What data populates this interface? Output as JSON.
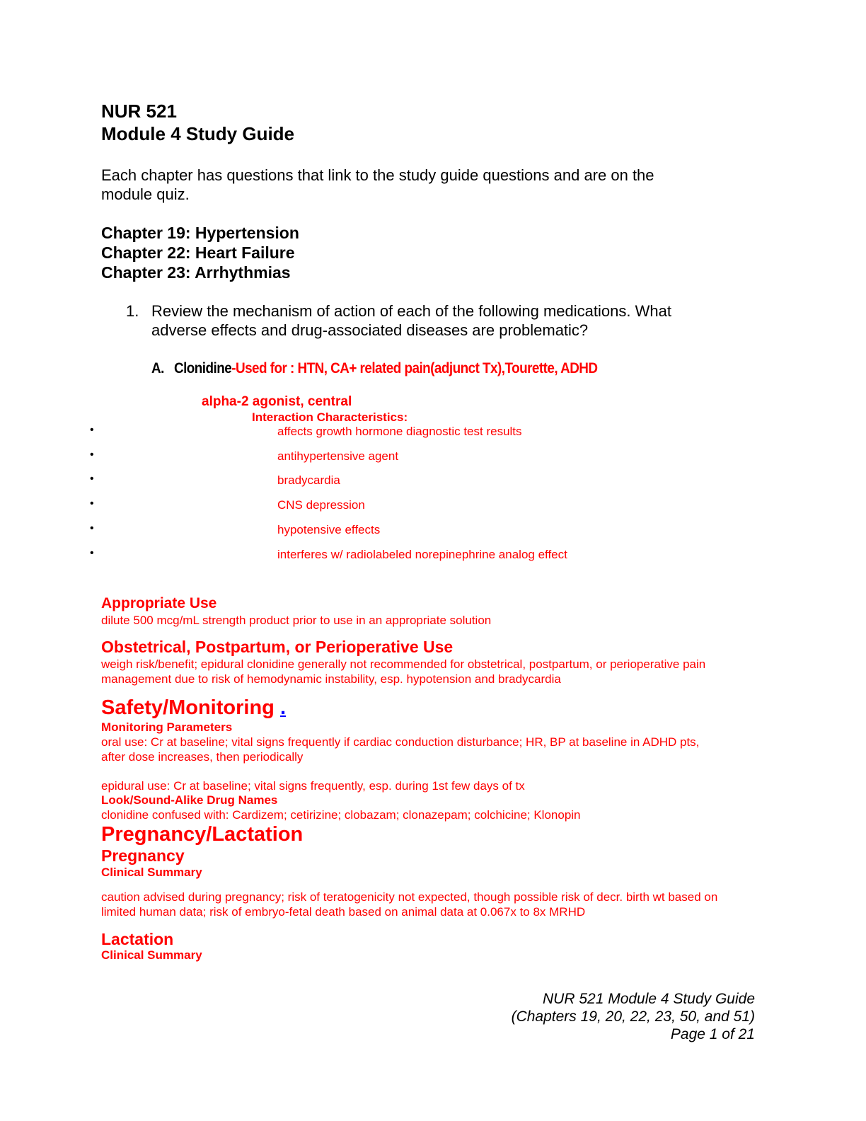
{
  "title": {
    "line1": "NUR 521",
    "line2": "Module 4 Study Guide"
  },
  "intro": {
    "line1": "Each chapter has questions that link to the study guide questions and are on the",
    "line2": "module quiz."
  },
  "chapters": [
    "Chapter 19: Hypertension",
    "Chapter 22: Heart Failure",
    "Chapter 23: Arrhythmias"
  ],
  "question": {
    "number": "1.",
    "line1": "Review the mechanism of action of each of the following medications. What",
    "line2": "adverse effects and drug-associated diseases are problematic?"
  },
  "drug": {
    "letter": "A.",
    "name": "Clonidine",
    "uses": "-Used for : HTN, CA+ related pain(adjunct Tx),Tourette, ADHD",
    "class": "alpha-2 agonist, central",
    "interaction_heading": "Interaction Characteristics:",
    "interactions": [
      "affects growth hormone diagnostic test results",
      "antihypertensive agent",
      "bradycardia",
      "CNS depression",
      "hypotensive effects",
      "interferes w/ radiolabeled norepinephrine analog effect"
    ]
  },
  "appropriate_use": {
    "heading": "Appropriate Use",
    "text": "dilute 500 mcg/mL strength product prior to use in an appropriate solution"
  },
  "obstetrical": {
    "heading": "Obstetrical, Postpartum, or Perioperative Use",
    "line1": "weigh risk/benefit; epidural clonidine generally not recommended for obstetrical, postpartum, or perioperative pain",
    "line2": "management due to risk of hemodynamic instability, esp. hypotension and bradycardia"
  },
  "safety": {
    "heading": "Safety/Monitoring",
    "link": ".",
    "monitoring_heading": "Monitoring Parameters",
    "oral_line1": "oral use: Cr at baseline; vital signs frequently if cardiac conduction disturbance; HR, BP at baseline in ADHD pts,",
    "oral_line2": "after dose increases, then periodically",
    "epidural": "epidural use: Cr at baseline; vital signs frequently, esp. during 1st few days of tx",
    "lasa_heading": "Look/Sound-Alike Drug Names",
    "lasa": "clonidine confused with: Cardizem; cetirizine; clobazam; clonazepam; colchicine; Klonopin"
  },
  "pregnancy_lactation": {
    "heading": "Pregnancy/Lactation",
    "pregnancy_heading": "Pregnancy",
    "clinical_summary": "Clinical Summary",
    "preg_line1": "caution advised during pregnancy; risk of teratogenicity not expected, though possible risk of decr. birth wt based on",
    "preg_line2": "limited human data; risk of embryo-fetal death based on animal data at 0.067x to 8x MRHD",
    "lactation_heading": "Lactation",
    "lact_summary": "Clinical Summary"
  },
  "footer": {
    "line1": "NUR 521 Module 4 Study Guide",
    "line2": "(Chapters 19, 20, 22, 23, 50, and 51)",
    "line3": "Page 1 of 21"
  }
}
